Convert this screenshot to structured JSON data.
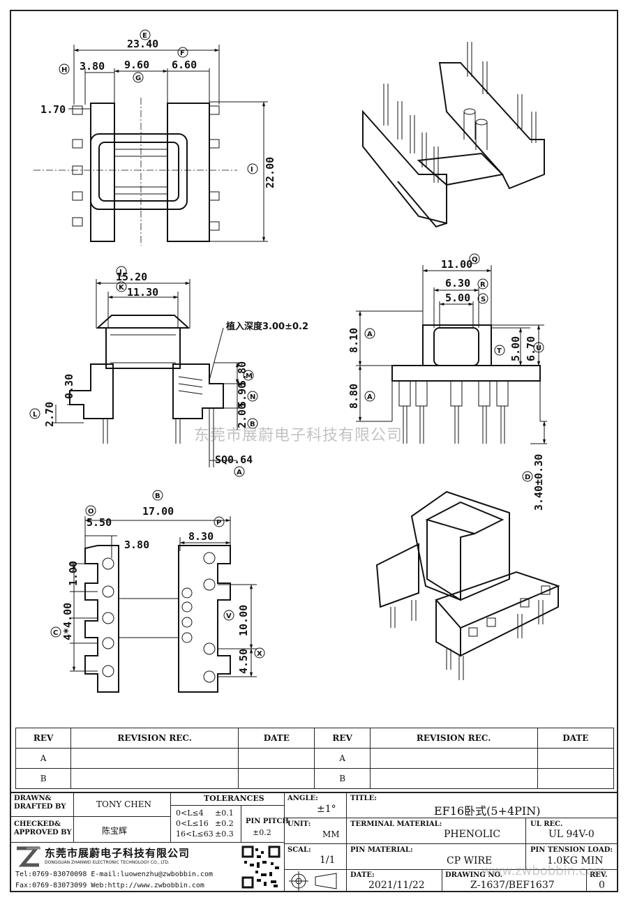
{
  "top_view": {
    "dims": {
      "e": "23.40",
      "h": "3.80",
      "g": "9.60",
      "f": "6.60",
      "pin_offset": "1.70",
      "i": "22.00"
    },
    "callouts": {
      "e": "E",
      "h": "H",
      "g": "G",
      "f": "F",
      "i": "I"
    }
  },
  "side_view": {
    "dims": {
      "j": "15.20",
      "k": "11.30",
      "d1": "0.30",
      "l": "2.70",
      "m": "5.80",
      "n": "5.90",
      "b2": "2.00",
      "sq": "SQ0.64"
    },
    "callouts": {
      "j": "J",
      "k": "K",
      "l": "L",
      "m": "M",
      "n": "N",
      "b2": "B",
      "a": "A"
    },
    "insert_note": "植入深度3.00±0.2"
  },
  "front_view": {
    "dims": {
      "q": "11.00",
      "r": "6.30",
      "s": "5.00",
      "a1": "8.10",
      "t": "5.00",
      "u": "6.70",
      "a2": "8.80",
      "d": "3.40±0.30"
    },
    "callouts": {
      "q": "Q",
      "r": "R",
      "s": "S",
      "a1": "A",
      "t": "T",
      "u": "U",
      "a2": "A",
      "d": "D"
    }
  },
  "bottom_view": {
    "dims": {
      "b": "17.00",
      "o": "5.50",
      "p": "8.30",
      "c2": "3.80",
      "p1": "1.00",
      "c": "4*4.00",
      "v": "10.00",
      "x": "4.50"
    },
    "callouts": {
      "b": "B",
      "o": "O",
      "p": "P",
      "c": "C",
      "v": "V",
      "x": "X"
    }
  },
  "watermark": "东莞市展蔚电子科技有限公司",
  "watermark2": "www.zwbobbin.com",
  "revision_table": {
    "headers": [
      "REV",
      "REVISION REC.",
      "DATE",
      "REV",
      "REVISION REC.",
      "DATE"
    ],
    "rows": [
      [
        "A",
        "",
        "",
        "A",
        "",
        ""
      ],
      [
        "B",
        "",
        "",
        "B",
        "",
        ""
      ]
    ]
  },
  "title_block": {
    "drawn_label": "DRAWN&\nDRAFTED BY",
    "drawn_by": "TONY CHEN",
    "checked_label": "CHECKED&\nAPPROVED BY",
    "checked_by": "陈宝辉",
    "tolerances_label": "TOLERANCES",
    "tol_rows": [
      [
        "0<L≤4",
        "±0.1"
      ],
      [
        "0<L≤16",
        "±0.2"
      ],
      [
        "16<L≤63",
        "±0.3"
      ]
    ],
    "pin_pitch_label": "PIN PITCH",
    "pin_pitch": "±0.2",
    "angle_label": "ANGLE:",
    "angle": "±1°",
    "unit_label": "UNIT:",
    "unit": "MM",
    "scale_label": "SCAL:",
    "scale": "1/1",
    "title_label": "TITLE:",
    "title": "EF16卧式(5+4PIN)",
    "terminal_label": "TERMINAL MATERIAL:",
    "terminal": "PHENOLIC",
    "ul_label": "UL REC.",
    "ul": "UL 94V-0",
    "pin_mat_label": "PIN MATERIAL:",
    "pin_mat": "CP WIRE",
    "tension_label": "PIN TENSION LOAD:",
    "tension": "1.0KG MIN",
    "date_label": "DATE:",
    "date": "2021/11/22",
    "drawing_label": "DRAWING NO.",
    "drawing": "Z-1637/BEF1637",
    "rev_label": "REV.",
    "rev": "0",
    "company_cn": "东莞市展蔚电子科技有限公司",
    "company_en": "DONGGUAN ZHANWEI ELECTRONIC TECHNOLOGY CO., LTD.",
    "tel": "Tel:0769-83070098",
    "email": "E-mail:luowenzhu@zwbobbin.com",
    "fax": "Fax:0769-83073099",
    "web": "Web:http://www.zwbobbin.com"
  }
}
